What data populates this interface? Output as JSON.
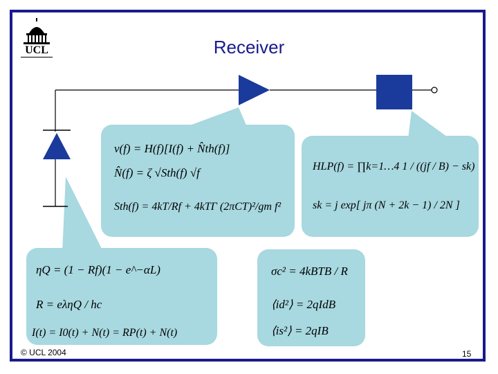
{
  "logo": {
    "text": "UCL"
  },
  "slide": {
    "title": "Receiver",
    "footer": "© UCL 2004",
    "page_number": "15"
  },
  "equations": {
    "e1": "v(f) = H(f)[I(f) + N̂th(f)]",
    "e2": "N̂(f) = ζ √Sth(f) √f",
    "e3": "Sth(f) = 4kT/Rf + 4kTΓ (2πCT)²/gm f²",
    "e4": "HLP(f) = ∏k=1…4  1 / ((jf / B) − sk)",
    "e5": "sk = j exp[ jπ (N + 2k − 1) / 2N ]",
    "e6": "ηQ = (1 − Rf)(1 − e^−αL)",
    "e7": "R = eληQ / hc",
    "e8": "I(t) = I0(t) + N(t) = RP(t) + N(t)",
    "e9": "σc² = 4kBTB / R",
    "e10": "⟨id²⟩ = 2qIdB",
    "e11": "⟨is²⟩ = 2qIB"
  }
}
